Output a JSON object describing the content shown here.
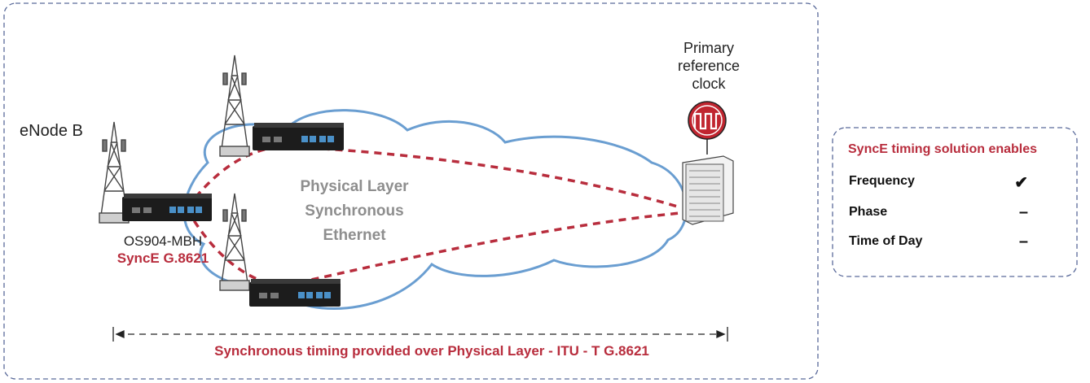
{
  "labels": {
    "enodeb": "eNode B",
    "device": "OS904-MBH",
    "sync_standard": "SyncE G.8621",
    "cloud": [
      "Physical Layer",
      "Synchronous",
      "Ethernet"
    ],
    "prc": [
      "Primary",
      "reference",
      "clock"
    ],
    "bottom_caption": "Synchronous timing provided over Physical Layer - ITU - T G.8621"
  },
  "panel": {
    "title": "SyncE timing solution enables",
    "rows": [
      {
        "label": "Frequency",
        "mark": "✔"
      },
      {
        "label": "Phase",
        "mark": "–"
      },
      {
        "label": "Time of Day",
        "mark": "–"
      }
    ]
  },
  "colors": {
    "accent": "#b82d3d",
    "cloud": "#6a9ed1",
    "border": "#5a6a9a",
    "dashed_link": "#b82d3d"
  },
  "icons": [
    "cell-tower-icon",
    "switch-device-icon",
    "clock-pulse-icon",
    "server-rack-icon"
  ]
}
